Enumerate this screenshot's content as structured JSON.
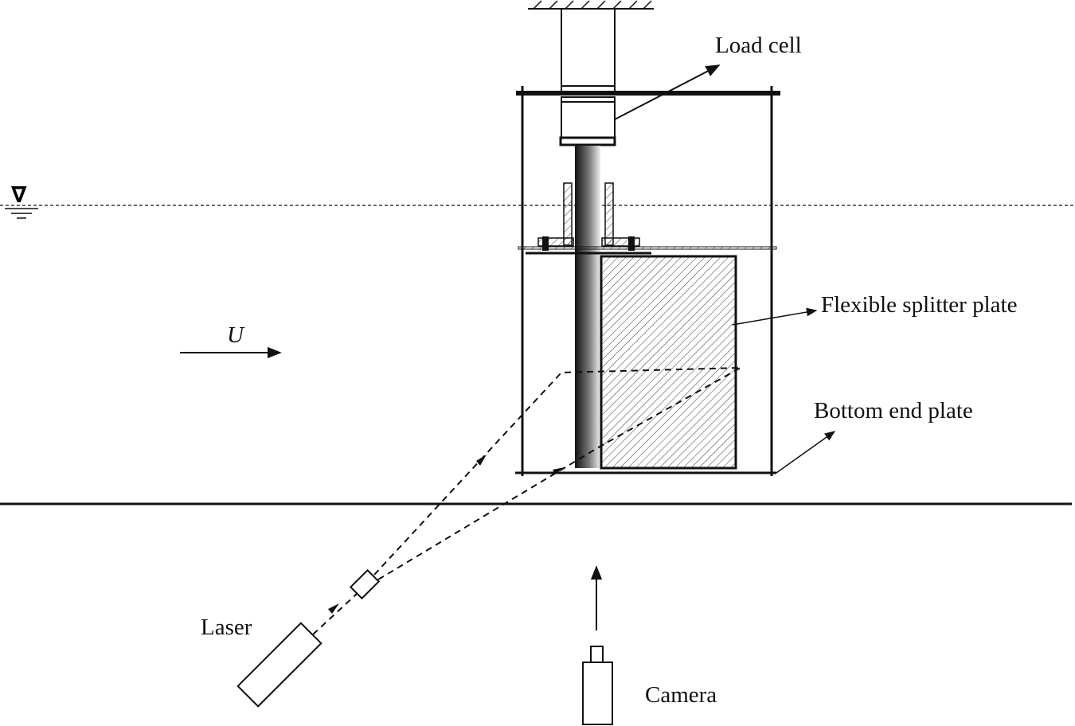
{
  "labels": {
    "load_cell": "Load cell",
    "splitter_plate": "Flexible splitter plate",
    "bottom_end_plate": "Bottom end plate",
    "flow_velocity": "U",
    "laser": "Laser",
    "camera": "Camera"
  },
  "symbols": {
    "water_level": "∇"
  }
}
